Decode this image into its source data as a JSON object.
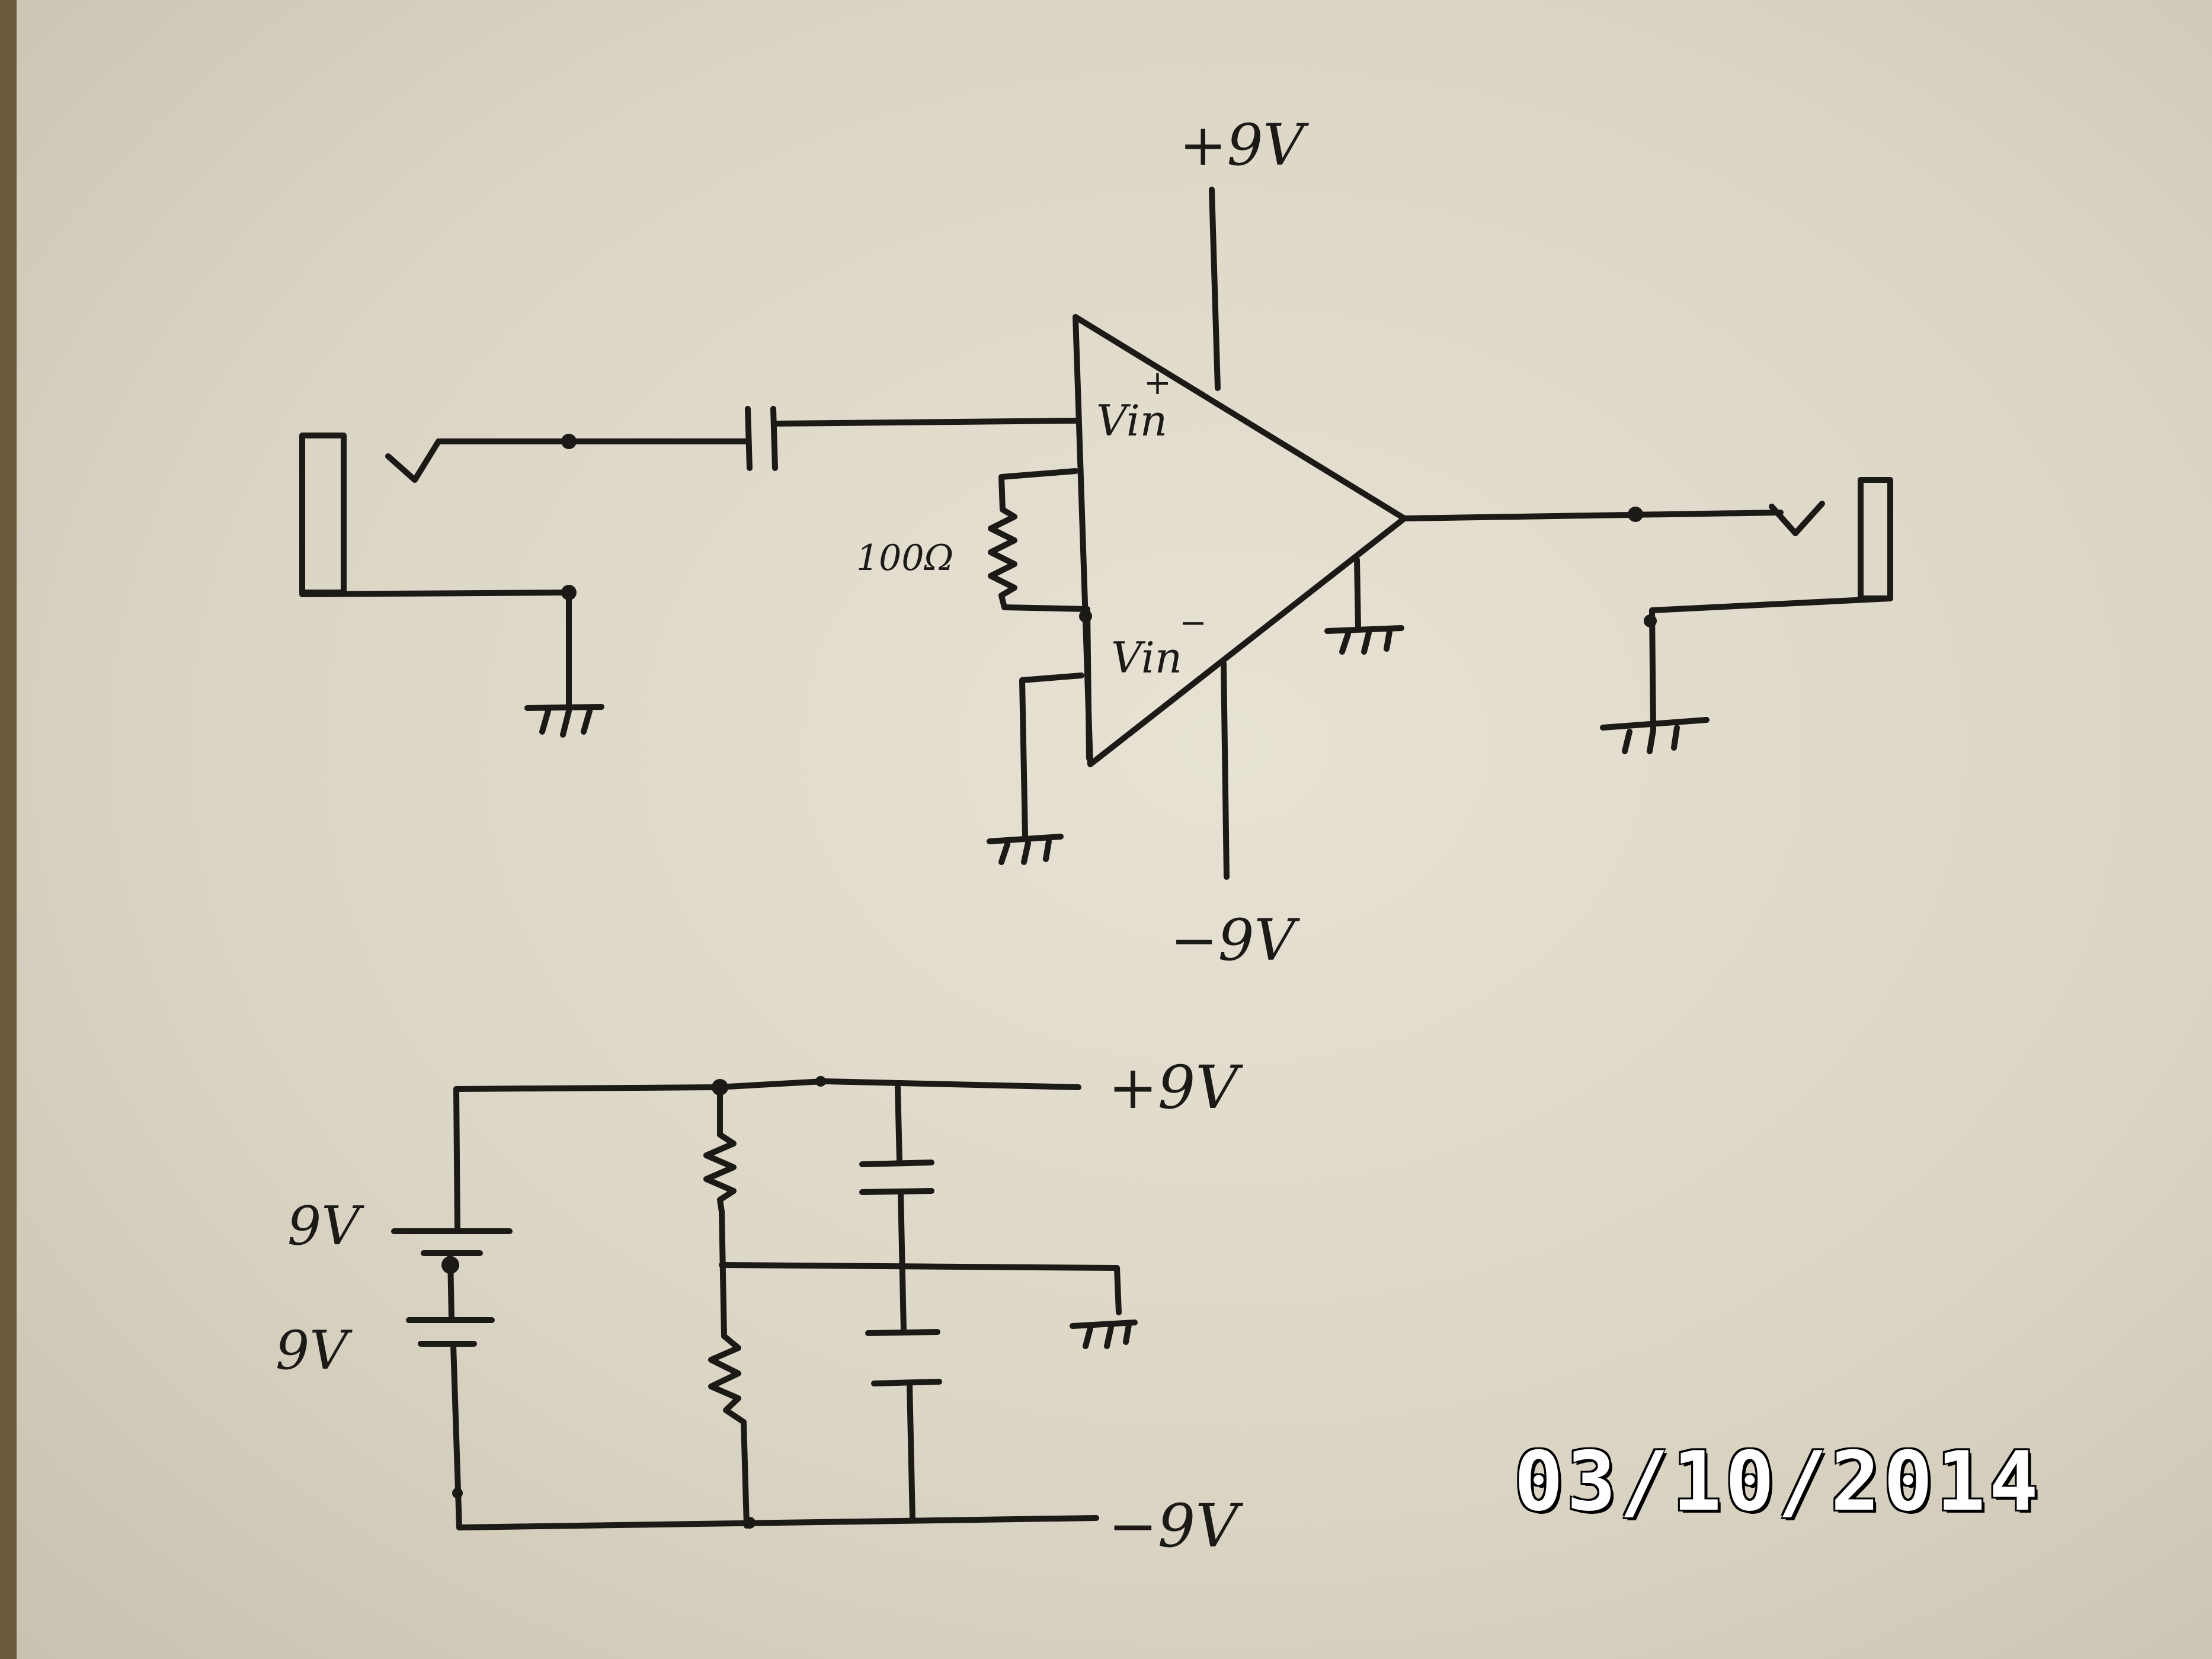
{
  "labels": {
    "opamp_vplus_supply": "+9V",
    "opamp_vminus_supply": "−9V",
    "noninverting_input": "Vin",
    "noninverting_sign": "+",
    "inverting_input": "Vin",
    "inverting_sign": "−",
    "feedback_resistor": "100Ω",
    "rail_positive": "+9V",
    "rail_negative": "−9V",
    "battery_top": "9V",
    "battery_bottom": "9V"
  },
  "date_stamp": "03/10/2014",
  "colors": {
    "ink": "#1c1a17",
    "paper": "#e3dece",
    "stamp": "#ffffff"
  }
}
